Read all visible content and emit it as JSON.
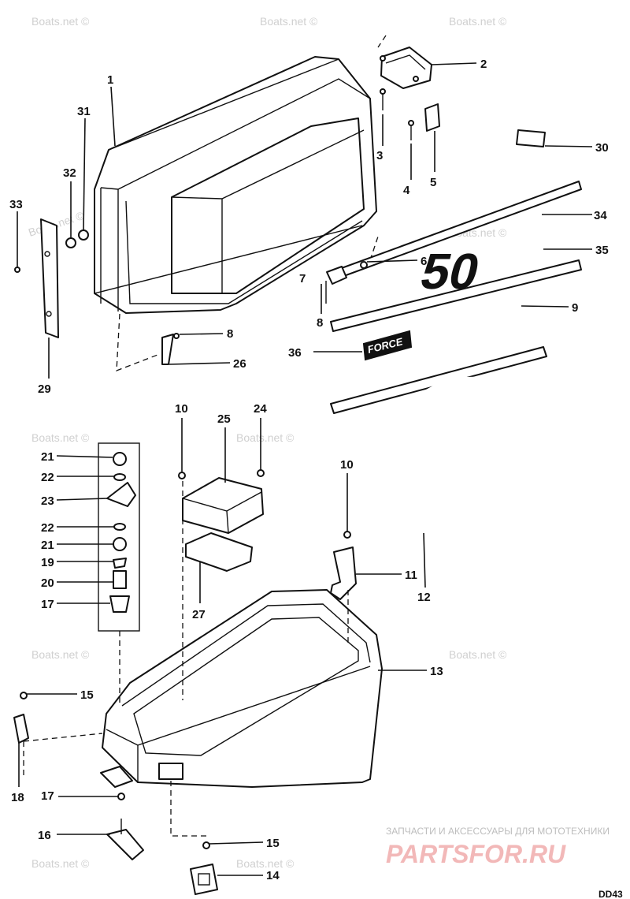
{
  "watermark": "Boats.net ©",
  "decal_50": "50",
  "decal_force": "FORCE",
  "corner_code": "DD43",
  "banner": {
    "tagline": "ЗАПЧАСТИ И АКСЕССУАРЫ ДЛЯ МОТОТЕХНИКИ",
    "brand": "PARTSFOR.RU"
  },
  "callouts": {
    "c1": "1",
    "c2": "2",
    "c3": "3",
    "c4": "4",
    "c5": "5",
    "c6": "6",
    "c7": "7",
    "c8a": "8",
    "c8b": "8",
    "c9": "9",
    "c10a": "10",
    "c10b": "10",
    "c11": "11",
    "c12": "12",
    "c13": "13",
    "c14": "14",
    "c15a": "15",
    "c15b": "15",
    "c16": "16",
    "c17a": "17",
    "c17b": "17",
    "c18": "18",
    "c19": "19",
    "c20": "20",
    "c21a": "21",
    "c21b": "21",
    "c22a": "22",
    "c22b": "22",
    "c23": "23",
    "c24": "24",
    "c25": "25",
    "c26": "26",
    "c27": "27",
    "c29": "29",
    "c30": "30",
    "c31": "31",
    "c32": "32",
    "c33": "33",
    "c34": "34",
    "c35": "35",
    "c36": "36"
  }
}
